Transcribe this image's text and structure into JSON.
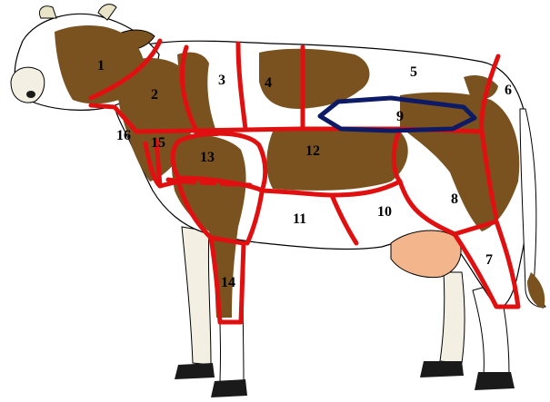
{
  "colors": {
    "background": "#ffffff",
    "hide_white": "#ffffff",
    "patch_brown": "#7a5220",
    "outline": "#000000",
    "cut_lines": "#e01010",
    "highlight": "#0d1a66",
    "udder": "#f3b58c",
    "hoof": "#1a1a1a",
    "shade": "#e9e3c8"
  },
  "regions": [
    {
      "label": "1"
    },
    {
      "label": "2"
    },
    {
      "label": "3"
    },
    {
      "label": "4"
    },
    {
      "label": "5"
    },
    {
      "label": "6"
    },
    {
      "label": "7"
    },
    {
      "label": "8"
    },
    {
      "label": "9"
    },
    {
      "label": "10"
    },
    {
      "label": "11"
    },
    {
      "label": "12"
    },
    {
      "label": "13"
    },
    {
      "label": "14"
    },
    {
      "label": "15"
    },
    {
      "label": "16"
    }
  ],
  "highlighted_region": "9"
}
